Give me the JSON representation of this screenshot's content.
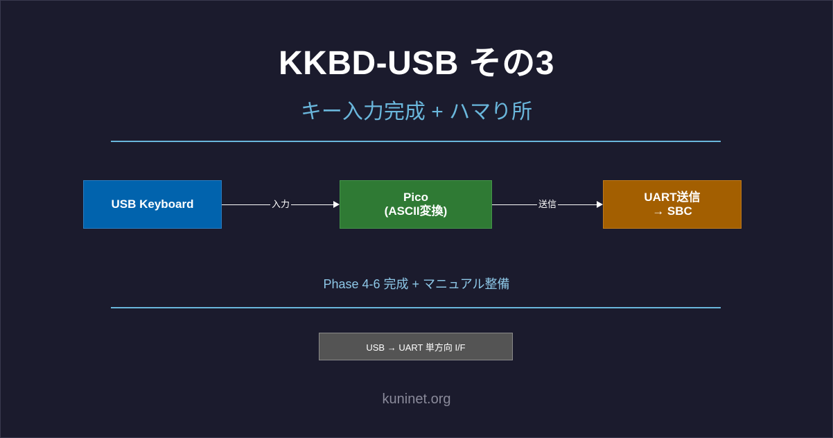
{
  "title": "KKBD-USB その3",
  "subtitle": "キー入力完成 + ハマり所",
  "flow": {
    "nodes": [
      {
        "line1": "USB Keyboard",
        "line2": "",
        "color": "#0163ad"
      },
      {
        "line1": "Pico",
        "line2": "(ASCII変換)",
        "color": "#2f7a34"
      },
      {
        "line1": "UART送信",
        "line2": "→ SBC",
        "color": "#a35f01"
      }
    ],
    "edges": [
      {
        "label": "入力"
      },
      {
        "label": "送信"
      }
    ]
  },
  "phase_text": "Phase 4-6 完成 + マニュアル整備",
  "interface_label": "USB → UART 単方向 I/F",
  "footer": "kuninet.org",
  "colors": {
    "background": "#1b1b2d",
    "accent": "#6ab7dc"
  }
}
